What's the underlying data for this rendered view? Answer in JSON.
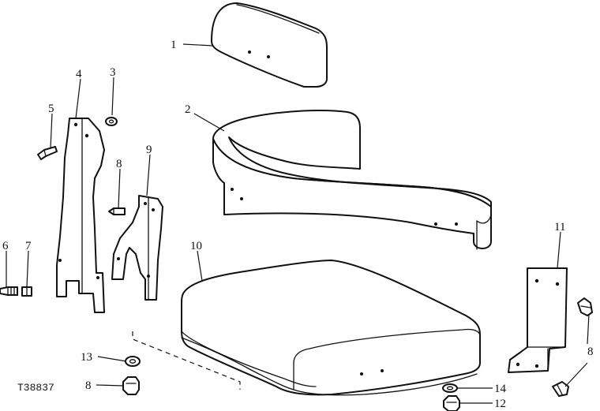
{
  "figure_id": "T38837",
  "callouts": [
    "1",
    "2",
    "3",
    "4",
    "5",
    "6",
    "7",
    "8",
    "9",
    "10",
    "11",
    "12",
    "13",
    "14"
  ],
  "colors": {
    "ink": "#111111",
    "paper": "#ffffff"
  }
}
